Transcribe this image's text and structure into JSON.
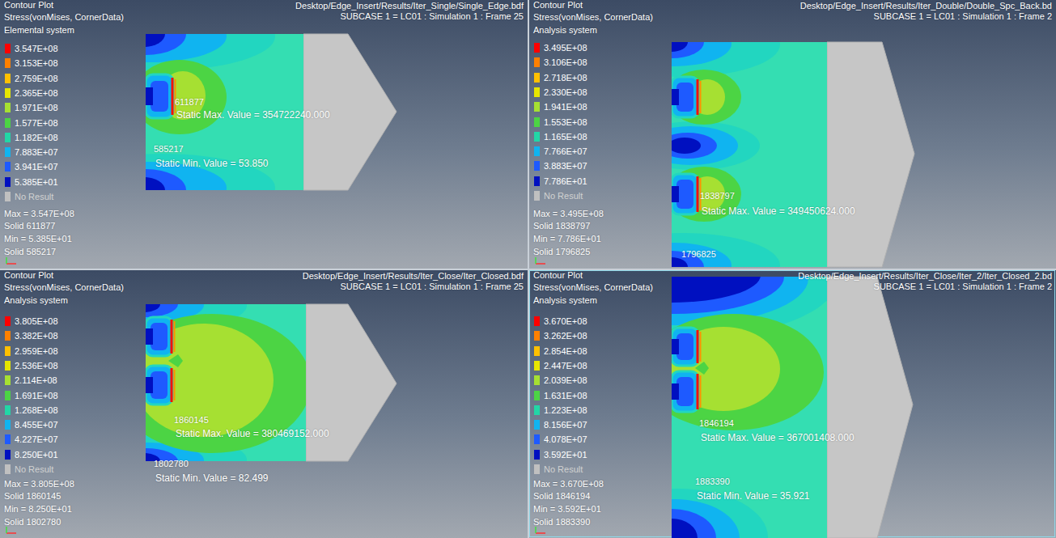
{
  "diagram": {
    "nodes": [
      {
        "text": [
          "Contour Plot",
          "Stress(vonMises, CornerData)",
          "Elemental system",
          "Desktop/Edge_Insert/Results/Iter_Single/Single_Edge.bdf",
          "SUBCASE 1 = LC01 : Simulation 1 : Frame 25",
          "Max = 3.547E+08",
          "Solid 611877",
          "Min = 5.385E+01",
          "Solid 585217",
          "611877",
          "Static Max. Value = 354722240.000",
          "585217",
          "Static Min. Value = 53.850"
        ]
      },
      {
        "text": [
          "Contour Plot",
          "Stress(vonMises, CornerData)",
          "Analysis system",
          "Desktop/Edge_Insert/Results/Iter_Double/Double_Spc_Back.bd",
          "SUBCASE 1 = LC01 : Simulation 1 : Frame 2",
          "Max = 3.495E+08",
          "Solid 1838797",
          "Min = 7.786E+01",
          "Solid 1796825",
          "1838797",
          "Static Max. Value = 349450624.000",
          "1796825"
        ]
      },
      {
        "text": [
          "Contour Plot",
          "Stress(vonMises, CornerData)",
          "Analysis system",
          "Desktop/Edge_Insert/Results/Iter_Close/Iter_Closed.bdf",
          "SUBCASE 1 = LC01 : Simulation 1 : Frame 25",
          "Max = 3.805E+08",
          "Solid 1860145",
          "Min = 8.250E+01",
          "Solid 1802780",
          "1860145",
          "Static Max. Value = 380469152.000",
          "1802780",
          "Static Min. Value = 82.499"
        ]
      },
      {
        "text": [
          "Contour Plot",
          "Stress(vonMises, CornerData)",
          "Analysis system",
          "Desktop/Edge_Insert/Results/Iter_Close/Iter_2/Iter_Closed_2.bd",
          "SUBCASE 1 = LC01 : Simulation 1 : Frame 2",
          "Max = 3.670E+08",
          "Solid 1846194",
          "Min = 3.592E+01",
          "Solid 1883390",
          "1846194",
          "Static Max. Value = 367001408.000",
          "1883390",
          "Static Min. Value = 35.921"
        ]
      }
    ],
    "legend": [
      {
        "text": "3.547E+08",
        "color": "#ff0000"
      },
      {
        "text": "3.153E+08",
        "color": "#ff8000"
      },
      {
        "text": "2.759E+08",
        "color": "#ffc000"
      },
      {
        "text": "2.365E+08",
        "color": "#e6e600"
      },
      {
        "text": "1.971E+08",
        "color": "#a6e032"
      },
      {
        "text": "1.577E+08",
        "color": "#4cd444"
      },
      {
        "text": "1.182E+08",
        "color": "#22d6a6"
      },
      {
        "text": "7.883E+07",
        "color": "#10b4f0"
      },
      {
        "text": "3.941E+07",
        "color": "#1e5aff"
      },
      {
        "text": "5.385E+01",
        "color": "#0010c0"
      },
      {
        "text": "No Result",
        "color": "#c0c0c0"
      },
      {
        "text": "3.495E+08",
        "color": "#ff0000"
      },
      {
        "text": "3.106E+08",
        "color": "#ff8000"
      },
      {
        "text": "2.718E+08",
        "color": "#ffc000"
      },
      {
        "text": "2.330E+08",
        "color": "#e6e600"
      },
      {
        "text": "1.941E+08",
        "color": "#a6e032"
      },
      {
        "text": "1.553E+08",
        "color": "#4cd444"
      },
      {
        "text": "1.165E+08",
        "color": "#22d6a6"
      },
      {
        "text": "7.766E+07",
        "color": "#10b4f0"
      },
      {
        "text": "3.883E+07",
        "color": "#1e5aff"
      },
      {
        "text": "7.786E+01",
        "color": "#0010c0"
      },
      {
        "text": "No Result",
        "color": "#c0c0c0"
      },
      {
        "text": "3.805E+08",
        "color": "#ff0000"
      },
      {
        "text": "3.382E+08",
        "color": "#ff8000"
      },
      {
        "text": "2.959E+08",
        "color": "#ffc000"
      },
      {
        "text": "2.536E+08",
        "color": "#e6e600"
      },
      {
        "text": "2.114E+08",
        "color": "#a6e032"
      },
      {
        "text": "1.691E+08",
        "color": "#4cd444"
      },
      {
        "text": "1.268E+08",
        "color": "#22d6a6"
      },
      {
        "text": "8.455E+07",
        "color": "#10b4f0"
      },
      {
        "text": "4.227E+07",
        "color": "#1e5aff"
      },
      {
        "text": "8.250E+01",
        "color": "#0010c0"
      },
      {
        "text": "No Result",
        "color": "#c0c0c0"
      },
      {
        "text": "3.670E+08",
        "color": "#ff0000"
      },
      {
        "text": "3.262E+08",
        "color": "#ff8000"
      },
      {
        "text": "2.854E+08",
        "color": "#ffc000"
      },
      {
        "text": "2.447E+08",
        "color": "#e6e600"
      },
      {
        "text": "2.039E+08",
        "color": "#a6e032"
      },
      {
        "text": "1.631E+08",
        "color": "#4cd444"
      },
      {
        "text": "1.223E+08",
        "color": "#22d6a6"
      },
      {
        "text": "8.156E+07",
        "color": "#10b4f0"
      },
      {
        "text": "4.078E+07",
        "color": "#1e5aff"
      },
      {
        "text": "3.592E+01",
        "color": "#0010c0"
      },
      {
        "text": "No Result",
        "color": "#c0c0c0"
      }
    ]
  }
}
